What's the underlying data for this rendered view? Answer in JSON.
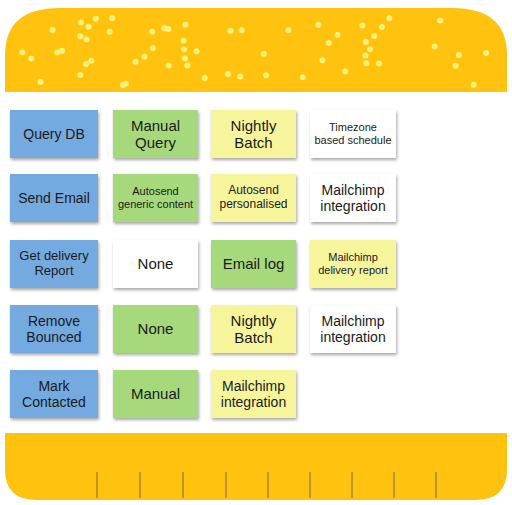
{
  "diagram": {
    "nodes": [
      {
        "text": [
          "Query DB"
        ]
      },
      {
        "text": [
          "Manual Query"
        ]
      },
      {
        "text": [
          "Nightly Batch"
        ]
      },
      {
        "text": [
          "Timezone based schedule"
        ]
      },
      {
        "text": [
          "Send Email"
        ]
      },
      {
        "text": [
          "Autosend generic content"
        ]
      },
      {
        "text": [
          "Autosend personalised"
        ]
      },
      {
        "text": [
          "Mailchimp integration"
        ]
      },
      {
        "text": [
          "Get delivery Report"
        ]
      },
      {
        "text": [
          "None"
        ]
      },
      {
        "text": [
          "Email log"
        ]
      },
      {
        "text": [
          "Mailchimp delivery report"
        ]
      },
      {
        "text": [
          "Remove Bounced"
        ]
      },
      {
        "text": [
          "None"
        ]
      },
      {
        "text": [
          "Nightly Batch"
        ]
      },
      {
        "text": [
          "Mailchimp integration"
        ]
      },
      {
        "text": [
          "Mark Contacted"
        ]
      },
      {
        "text": [
          "Manual"
        ]
      },
      {
        "text": [
          "Mailchimp integration"
        ]
      }
    ],
    "edges": []
  }
}
